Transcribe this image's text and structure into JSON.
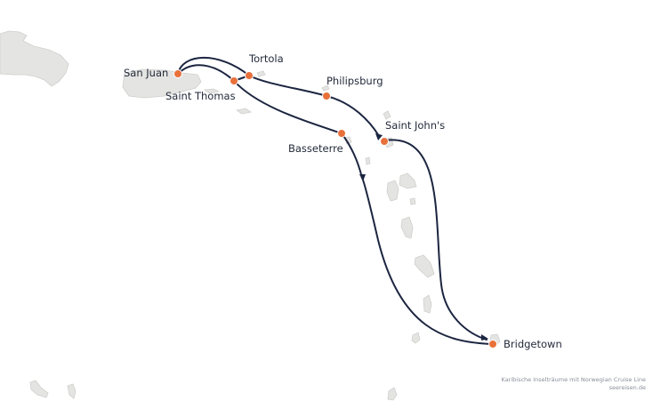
{
  "ports": [
    {
      "id": "san-juan",
      "name": "San Juan"
    },
    {
      "id": "tortola",
      "name": "Tortola"
    },
    {
      "id": "saint-thomas",
      "name": "Saint Thomas"
    },
    {
      "id": "philipsburg",
      "name": "Philipsburg"
    },
    {
      "id": "saint-johns",
      "name": "Saint John's"
    },
    {
      "id": "basseterre",
      "name": "Basseterre"
    },
    {
      "id": "bridgetown",
      "name": "Bridgetown"
    }
  ],
  "credit": {
    "line1": "Karibische Inselträume mit Norwegian Cruise Line",
    "line2": "seereisen.de"
  },
  "colors": {
    "route": "#1c2540",
    "port": "#e8703a",
    "land": "#e4e4e2"
  }
}
